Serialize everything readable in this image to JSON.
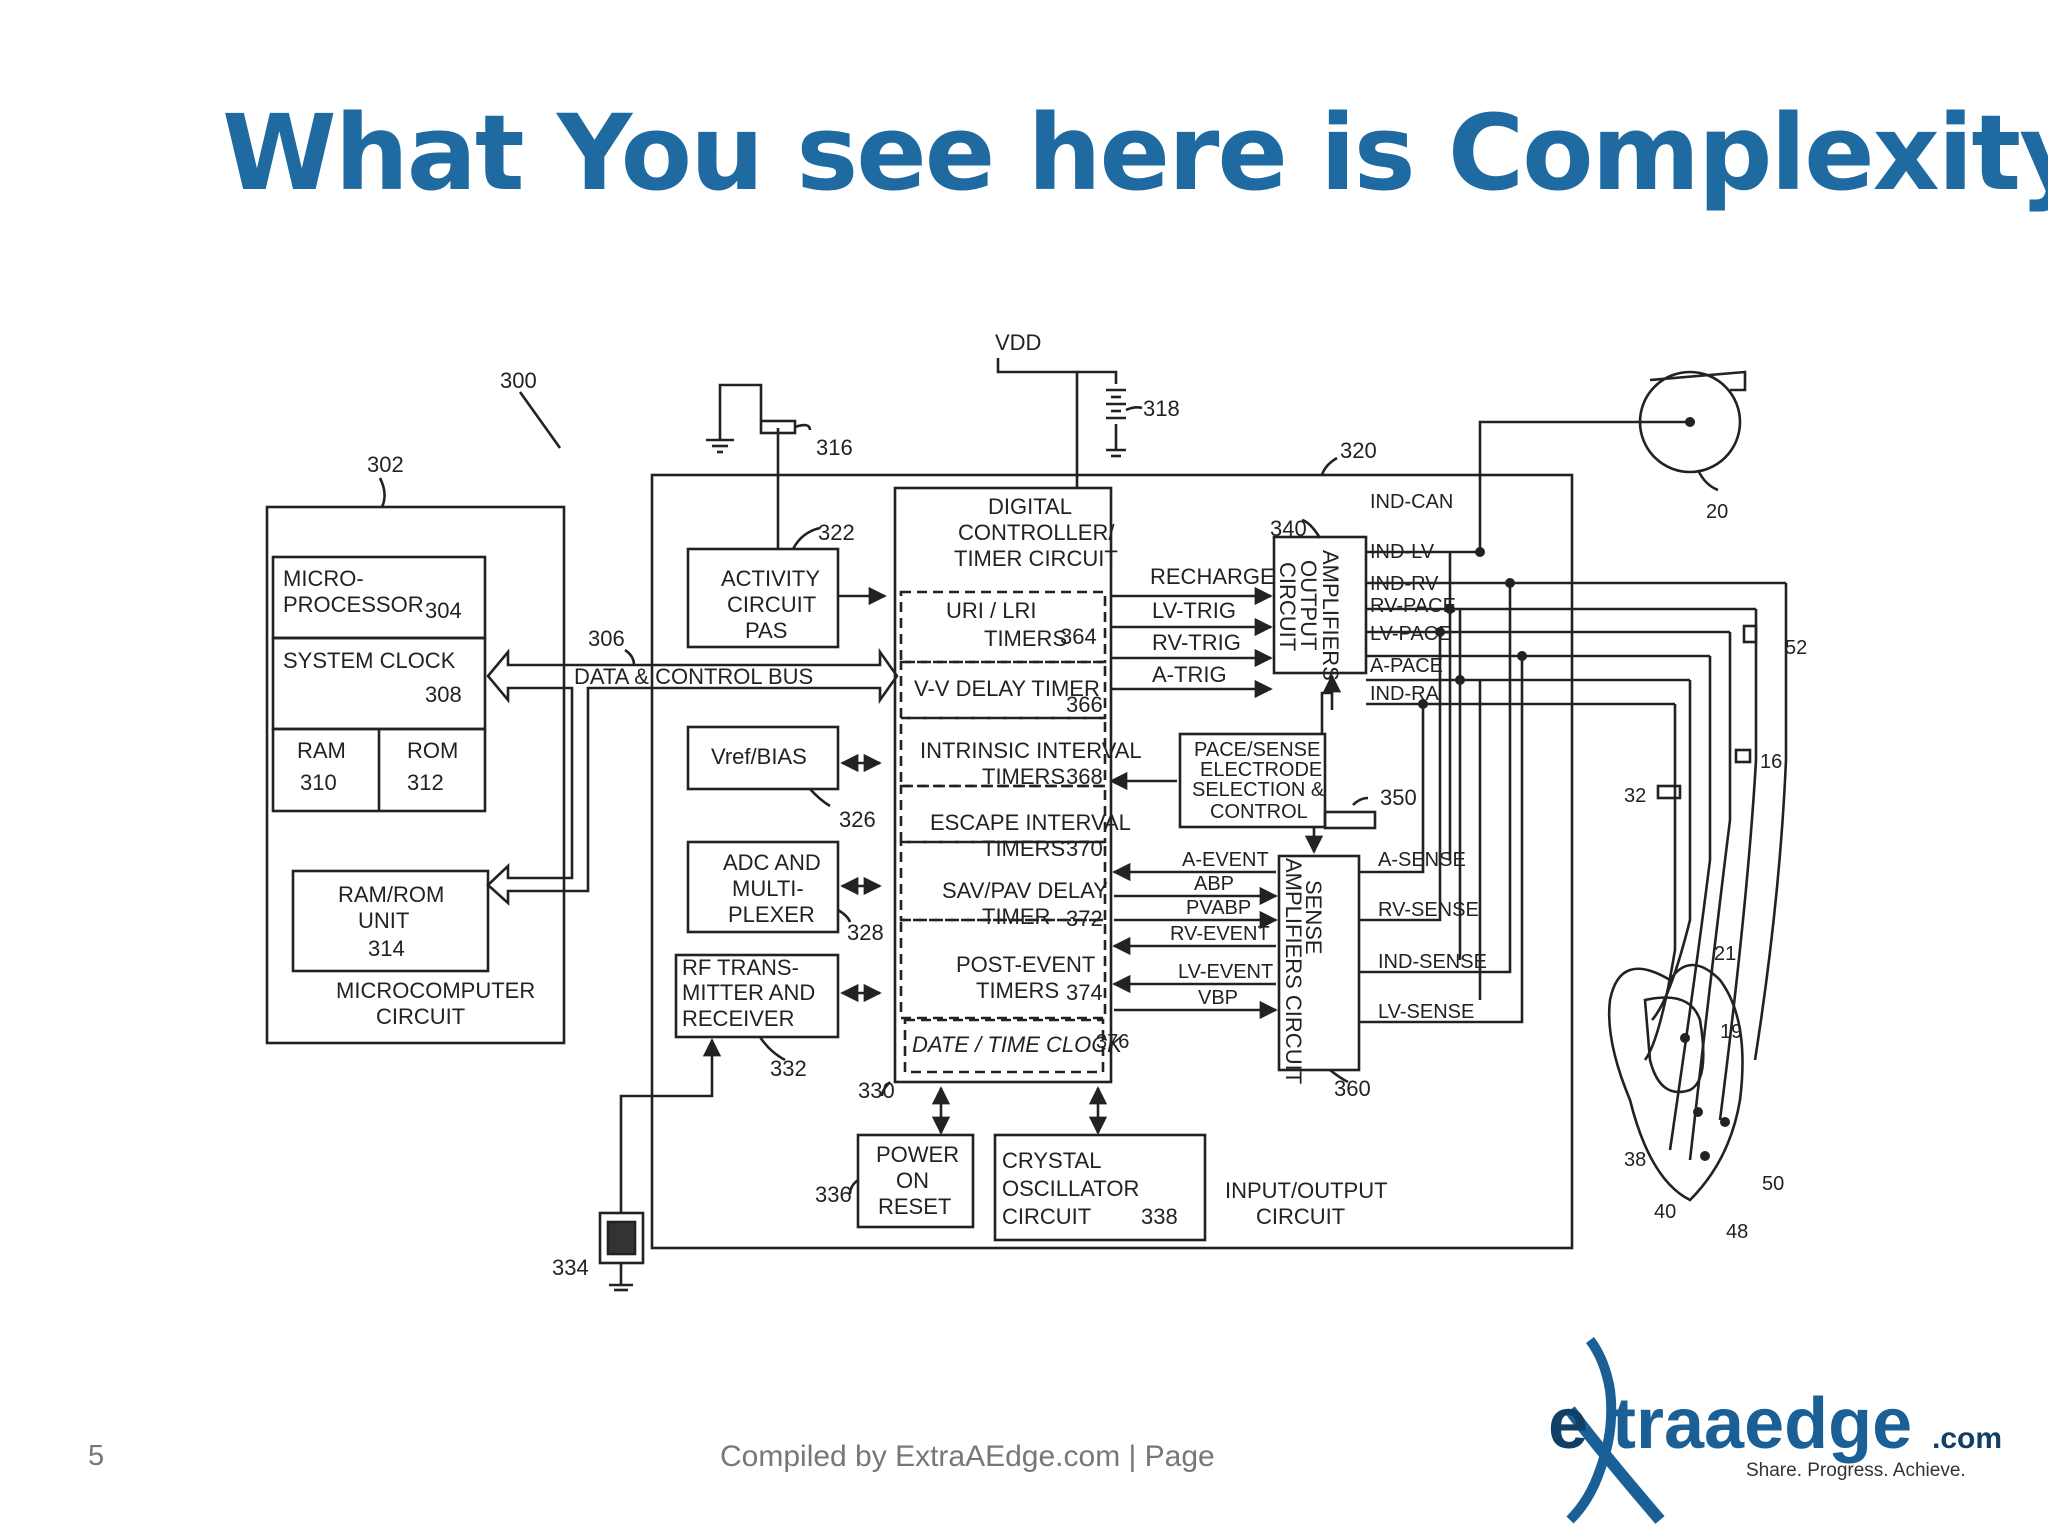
{
  "slide": {
    "title": "What You see here is Complexity",
    "number": "5",
    "footer": "Compiled by ExtraAEdge.com | Page"
  },
  "colors": {
    "title": "#1f6aa0",
    "logo_blue": "#1a5f95",
    "logo_dark": "#123f66",
    "text_gray": "#777777"
  },
  "logo": {
    "brand_first": "e",
    "brand_rest": "traaedge",
    "tld": ".com",
    "tagline": "Share. Progress. Achieve."
  },
  "diagram": {
    "ref_300": "300",
    "ref_302": "302",
    "microprocessor_l1": "MICRO-",
    "microprocessor_l2": "PROCESSOR",
    "ref_304": "304",
    "system_clock": "SYSTEM CLOCK",
    "ref_308": "308",
    "ram": "RAM",
    "ref_310": "310",
    "rom": "ROM",
    "ref_312": "312",
    "ramrom_l1": "RAM/ROM",
    "ramrom_l2": "UNIT",
    "ref_314": "314",
    "microcomputer_l1": "MICROCOMPUTER",
    "microcomputer_l2": "CIRCUIT",
    "ref_306": "306",
    "data_bus": "DATA & CONTROL BUS",
    "ref_316": "316",
    "vdd": "VDD",
    "ref_318": "318",
    "ref_320": "320",
    "ref_322": "322",
    "activity_l1": "ACTIVITY",
    "activity_l2": "CIRCUIT",
    "activity_l3": "PAS",
    "vref": "Vref/BIAS",
    "ref_326": "326",
    "adc_l1": "ADC AND",
    "adc_l2": "MULTI-",
    "adc_l3": "PLEXER",
    "ref_328": "328",
    "rf_l1": "RF TRANS-",
    "rf_l2": "MITTER AND",
    "rf_l3": "RECEIVER",
    "ref_332": "332",
    "ref_330": "330",
    "ref_334": "334",
    "digital_l1": "DIGITAL",
    "digital_l2": "CONTROLLER/",
    "digital_l3": "TIMER CIRCUIT",
    "uri_l1": "URI / LRI",
    "uri_l2": "TIMERS",
    "ref_364": "364",
    "vv_delay": "V-V DELAY TIMER",
    "ref_366": "366",
    "intrinsic_l1": "INTRINSIC INTERVAL",
    "intrinsic_l2": "TIMERS",
    "ref_368": "368",
    "escape_l1": "ESCAPE INTERVAL",
    "escape_l2": "TIMERS",
    "ref_370": "370",
    "sav_l1": "SAV/PAV DELAY",
    "sav_l2": "TIMER",
    "ref_372": "372",
    "post_l1": "POST-EVENT",
    "post_l2": "TIMERS",
    "ref_374": "374",
    "date_clock": "DATE / TIME CLOCK",
    "ref_376": "376",
    "power_l1": "POWER",
    "power_l2": "ON",
    "power_l3": "RESET",
    "ref_336": "336",
    "crystal_l1": "CRYSTAL",
    "crystal_l2": "OSCILLATOR",
    "crystal_l3": "CIRCUIT",
    "ref_338": "338",
    "io_l1": "INPUT/OUTPUT",
    "io_l2": "CIRCUIT",
    "recharge": "RECHARGE",
    "lv_trig": "LV-TRIG",
    "rv_trig": "RV-TRIG",
    "a_trig": "A-TRIG",
    "ref_340": "340",
    "output_l1": "OUTPUT",
    "output_l2": "AMPLIFIERS",
    "output_l3": "CIRCUIT",
    "pace_l1": "PACE/SENSE",
    "pace_l2": "ELECTRODE",
    "pace_l3": "SELECTION &",
    "pace_l4": "CONTROL",
    "ref_350": "350",
    "a_event": "A-EVENT",
    "abp": "ABP",
    "pvabp": "PVABP",
    "rv_event": "RV-EVENT",
    "lv_event": "LV-EVENT",
    "vbp": "VBP",
    "sense_l1": "SENSE",
    "sense_l2": "AMPLIFIERS CIRCUIT",
    "ref_360": "360",
    "ind_can": "IND-CAN",
    "ind_lv": "IND-LV",
    "ind_rv": "IND-RV",
    "rv_pace": "RV-PACE",
    "lv_pace": "LV-PACE",
    "a_pace": "A-PACE",
    "ind_ra": "IND-RA",
    "a_sense": "A-SENSE",
    "rv_sense": "RV-SENSE",
    "ind_sense": "IND-SENSE",
    "lv_sense": "LV-SENSE",
    "ref_20": "20",
    "ref_52": "52",
    "ref_16": "16",
    "ref_32": "32",
    "ref_21": "21",
    "ref_19": "19",
    "ref_38": "38",
    "ref_40": "40",
    "ref_48": "48",
    "ref_50": "50"
  }
}
